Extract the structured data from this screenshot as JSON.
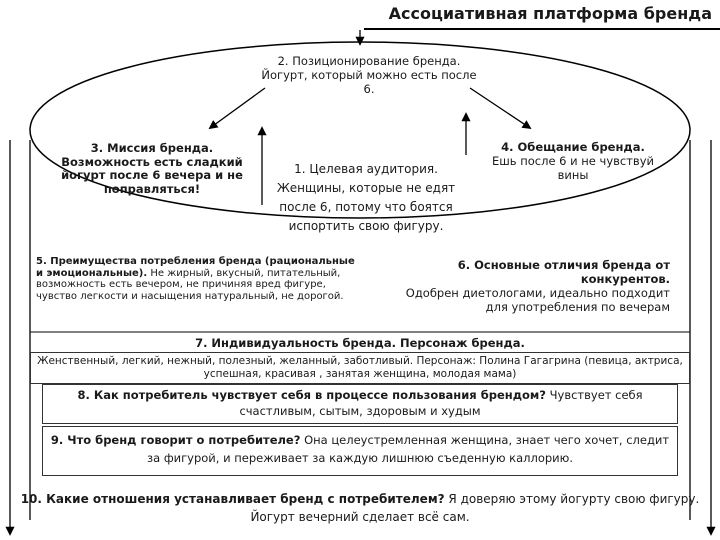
{
  "title": "Ассоциативная платформа бренда",
  "positioning": {
    "heading": "2. Позиционирование бренда.",
    "text": "Йогурт, который можно есть после 6."
  },
  "mission": {
    "heading": "3. Миссия бренда.",
    "text": "Возможность есть сладкий йогурт после 6 вечера и не поправляться!"
  },
  "audience": {
    "heading": "1.  Целевая аудитория.",
    "text": "Женщины, которые не едят после 6, потому что боятся испортить свою фигуру."
  },
  "promise": {
    "heading": "4. Обещание бренда.",
    "text": "Ешь после 6 и не чувствуй вины"
  },
  "benefits": {
    "heading": "5. Преимущества потребления бренда (рациональные и эмоциональные).",
    "text": "Не жирный, вкусный, питательный, возможность есть вечером, не причиняя вред фигуре, чувство легкости и насыщения натуральный, не дорогой."
  },
  "differences": {
    "heading": "6. Основные отличия бренда от конкурентов.",
    "text": "Одобрен диетологами, идеально подходит для употребления по вечерам"
  },
  "individuality": {
    "heading": "7. Индивидуальность бренда. Персонаж бренда.",
    "text": "Женственный, легкий, нежный, полезный, желанный, заботливый. Персонаж: Полина Гагагрина (певица, актриса, успешная, красивая , занятая женщина, молодая мама)"
  },
  "feeling": {
    "heading": "8. Как потребитель чувствует себя в процессе пользования брендом?",
    "text": "Чувствует себя счастливым, сытым, здоровым и худым"
  },
  "says": {
    "heading": "9. Что бренд говорит о потребителе?",
    "text": "Она целеустремленная женщина, знает чего хочет, следит за фигурой, и переживает за каждую лишнюю съеденную каллорию."
  },
  "relationship": {
    "heading": "10. Какие отношения устанавливает бренд с потребителем?",
    "text": "Я доверяю этому йогурту свою фигуру. Йогурт вечерний сделает всё сам."
  }
}
